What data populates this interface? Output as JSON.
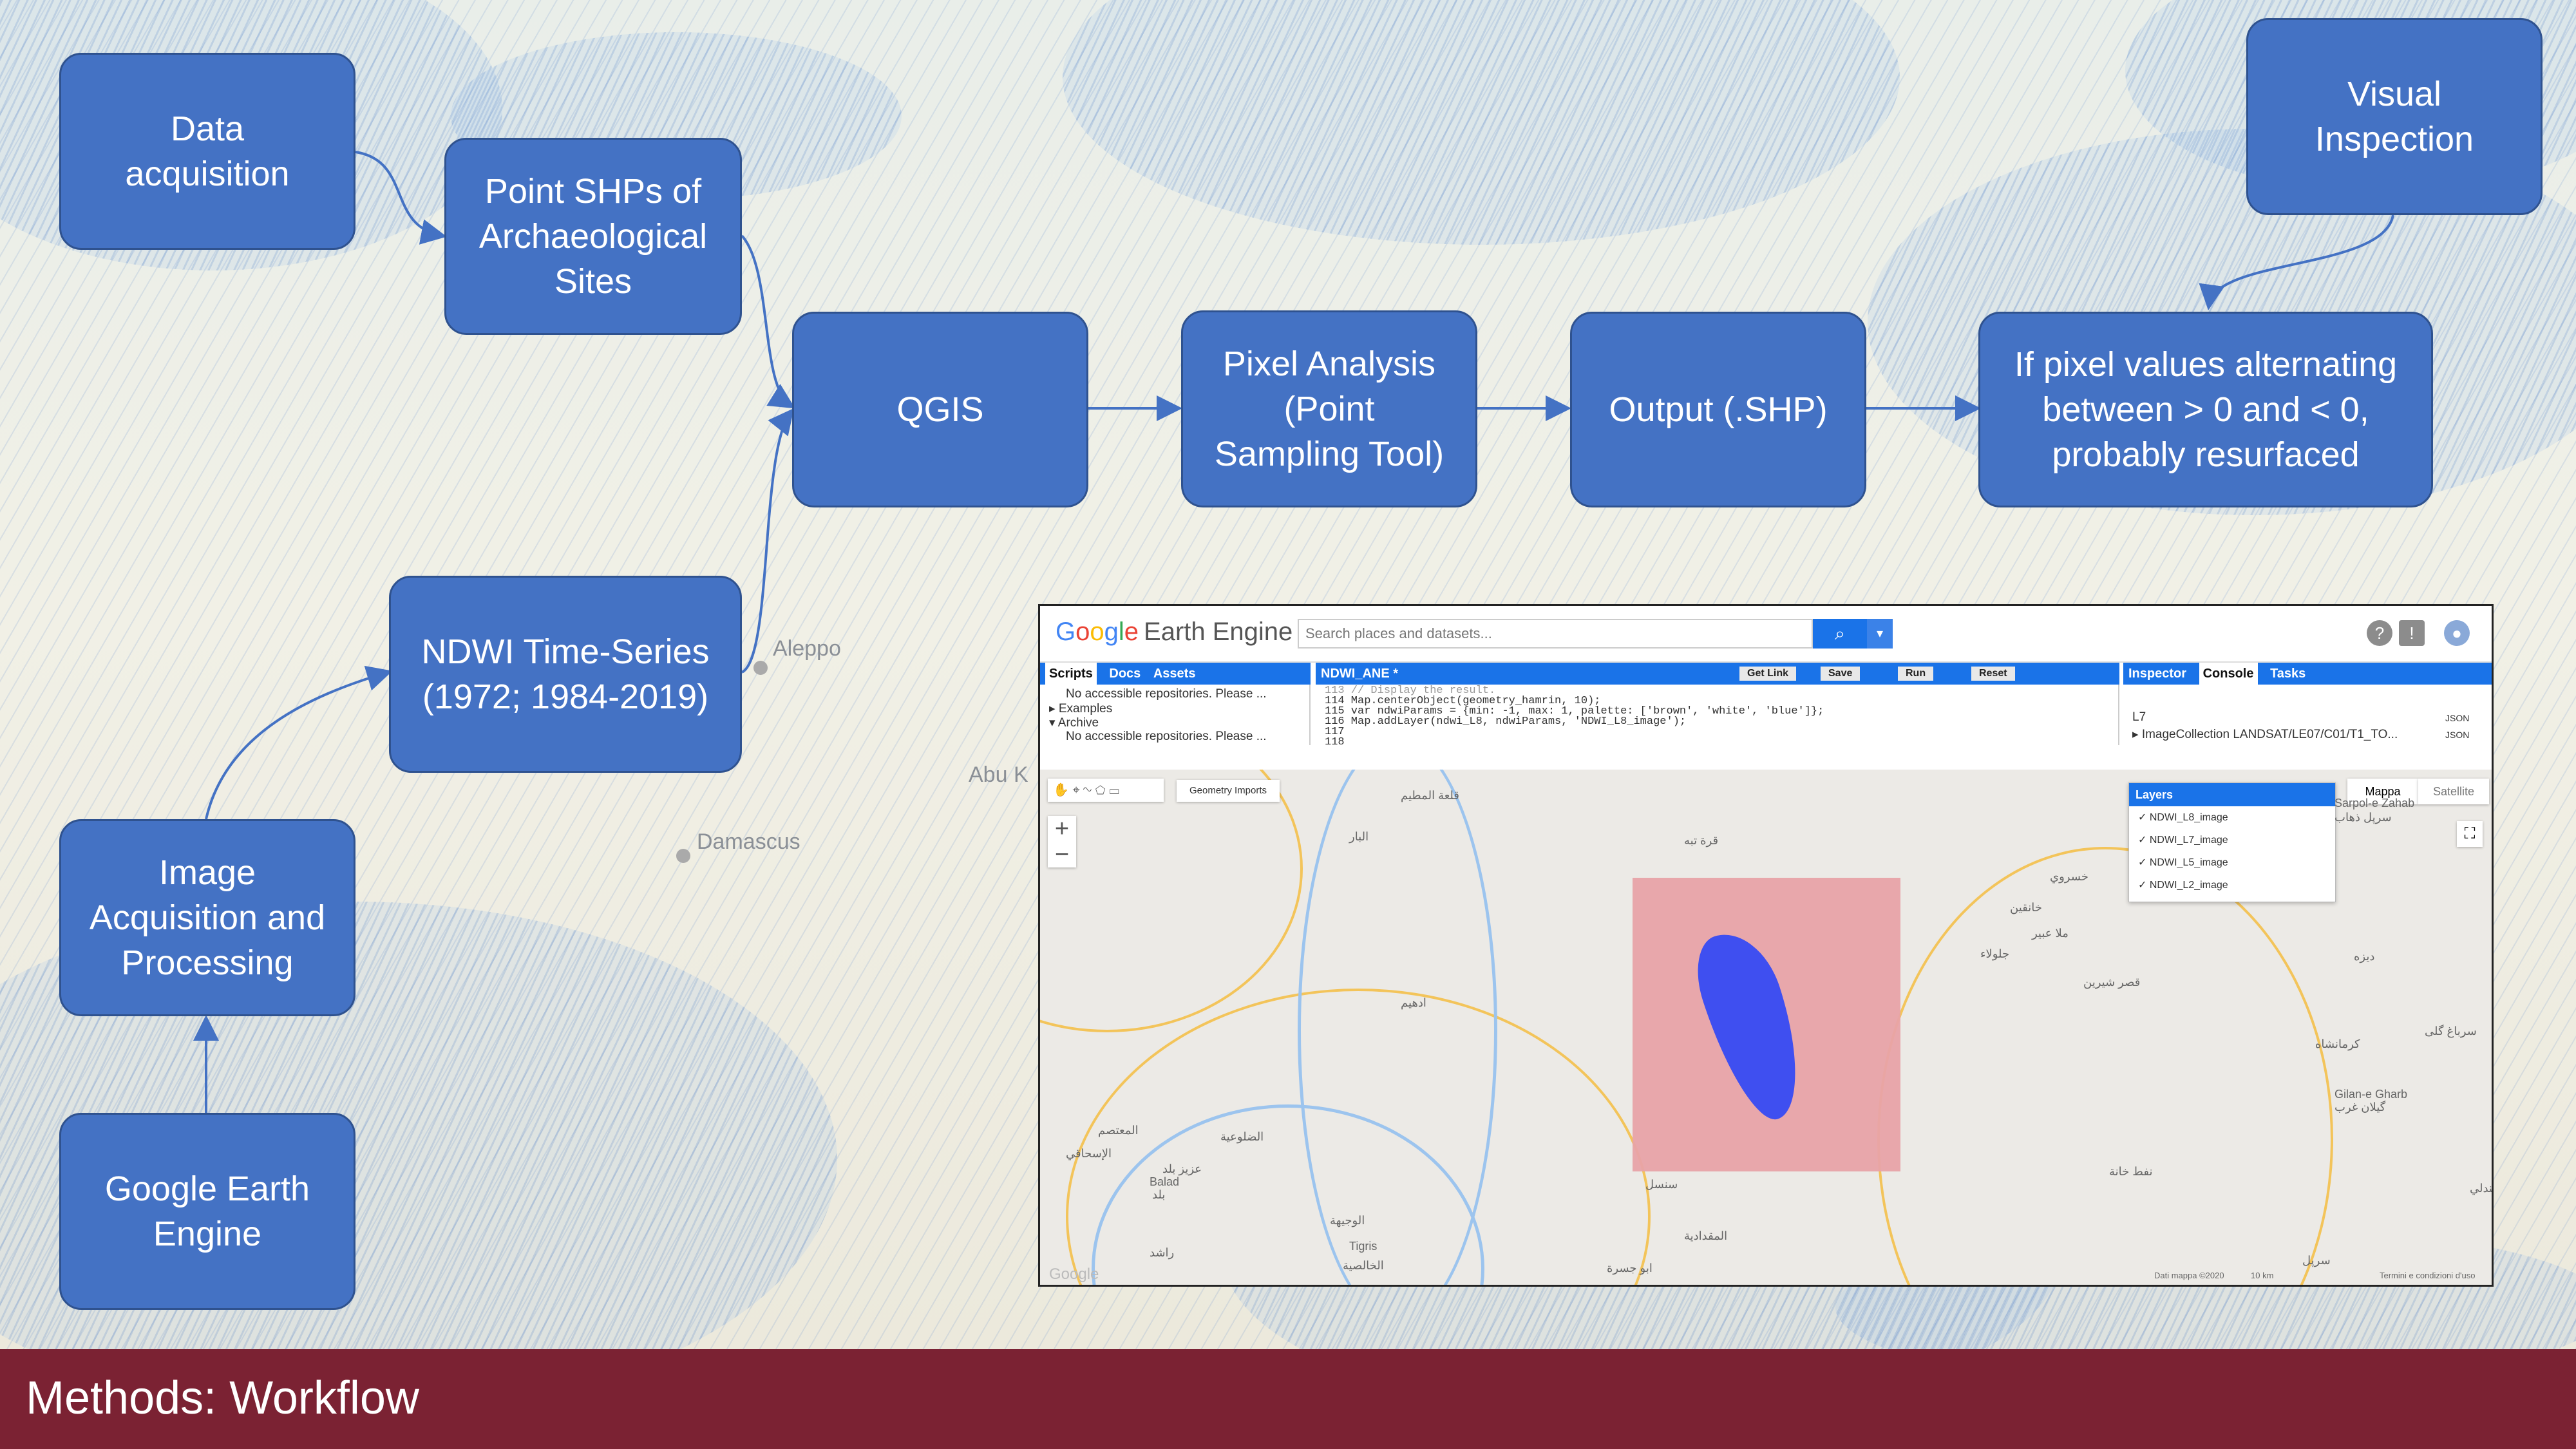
{
  "map_background": {
    "labels": [
      "Aleppo",
      "Abu K",
      "Damascus"
    ]
  },
  "boxes": {
    "data_acquisition": "Data\nacquisition",
    "point_shps": "Point SHPs of\nArchaeological\nSites",
    "qgis": "QGIS",
    "pixel_analysis": "Pixel Analysis\n(Point\nSampling Tool)",
    "output": "Output (.SHP)",
    "if_pixel": "If pixel values alternating\nbetween > 0 and < 0,\nprobably resurfaced",
    "visual_inspection": "Visual\nInspection",
    "ndwi": "NDWI Time-Series\n(1972; 1984-2019)",
    "image_acq": "Image\nAcquisition and\nProcessing",
    "gee_box": "Google Earth\nEngine"
  },
  "gee": {
    "logo_google": [
      "G",
      "o",
      "o",
      "g",
      "l",
      "e"
    ],
    "logo_product": "Earth Engine",
    "search_placeholder": "Search places and datasets...",
    "left_tabs": [
      "Scripts",
      "Docs",
      "Assets"
    ],
    "left_lines": [
      "No accessible repositories. Please ...",
      "▸ Examples",
      "▾ Archive",
      "No accessible repositories. Please ..."
    ],
    "script_name": "NDWI_ANE *",
    "toolbar": [
      "Get Link",
      "Save",
      "Run",
      "Reset"
    ],
    "code_lines": [
      "113   // Display the result.",
      "114   Map.centerObject(geometry_hamrin, 10);",
      "115   var ndwiParams = {min: -1, max: 1, palette: ['brown', 'white', 'blue']};",
      "116   Map.addLayer(ndwi_L8, ndwiParams, 'NDWI_L8_image');",
      "117",
      "118"
    ],
    "right_tabs": [
      "Inspector",
      "Console",
      "Tasks"
    ],
    "console_lines": [
      "L7",
      "▸ ImageCollection LANDSAT/LE07/C01/T1_TO...",
      "JSON",
      "JSON"
    ],
    "map_tools_label": "Geometry Imports",
    "map_types": [
      "Mappa",
      "Satellite"
    ],
    "layers_title": "Layers",
    "layers": [
      "NDWI_L8_image",
      "NDWI_L7_image",
      "NDWI_L5_image",
      "NDWI_L2_image"
    ],
    "map_labels": [
      "قلعة المطيم",
      "البار",
      "قرة تبه",
      "خانقين",
      "جلولاء",
      "خسروي",
      "ملا عبير",
      "قصر شيرين",
      "كرمانشاه",
      "Gilan-e Gharb",
      "گیلان غرب",
      "دیزه",
      "سرباغ گلی",
      "سرپل ذهاب",
      "Sarpol-e Zahab",
      "ادهيم",
      "المقدادية",
      "ابو جسرة",
      "سنسل",
      "Balad",
      "بلد",
      "الضلوعية",
      "عزيز بلد",
      "الإسحاقي",
      "المعتصم",
      "الوجيهة",
      "الخالصية",
      "راشد",
      "نفط خانة",
      "مندلي",
      "سرپل",
      "Tigris",
      "Dati mappa ©2020",
      "10 km",
      "Termini e condizioni d'uso",
      "Google"
    ],
    "zoom": [
      "+",
      "−"
    ]
  },
  "footer": {
    "title": "Methods: Workflow"
  },
  "colors": {
    "box_fill": "#4472c4",
    "box_border": "#2f528f",
    "arrow": "#4472c4",
    "footer": "#7b2233"
  }
}
